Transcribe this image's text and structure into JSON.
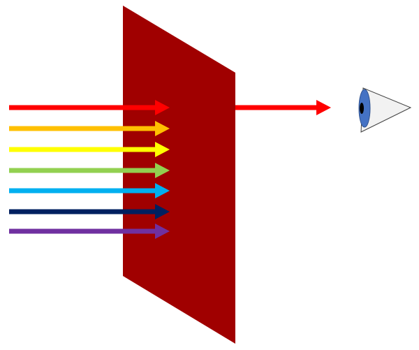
{
  "diagram": {
    "filter_color": "#a00000",
    "incoming_rays": [
      {
        "color": "red",
        "hex": "#ff0000"
      },
      {
        "color": "orange",
        "hex": "#ffc000"
      },
      {
        "color": "yellow",
        "hex": "#ffff00"
      },
      {
        "color": "green",
        "hex": "#92d050"
      },
      {
        "color": "light-blue",
        "hex": "#00b0f0"
      },
      {
        "color": "dark-blue",
        "hex": "#002060"
      },
      {
        "color": "purple",
        "hex": "#7030a0"
      }
    ],
    "transmitted_ray": {
      "color": "red",
      "hex": "#ff0000"
    },
    "eye": {
      "iris_hex": "#4472c4",
      "pupil_hex": "#000000",
      "cone_hex": "#f2f2f2",
      "icon": "eye-icon"
    }
  }
}
